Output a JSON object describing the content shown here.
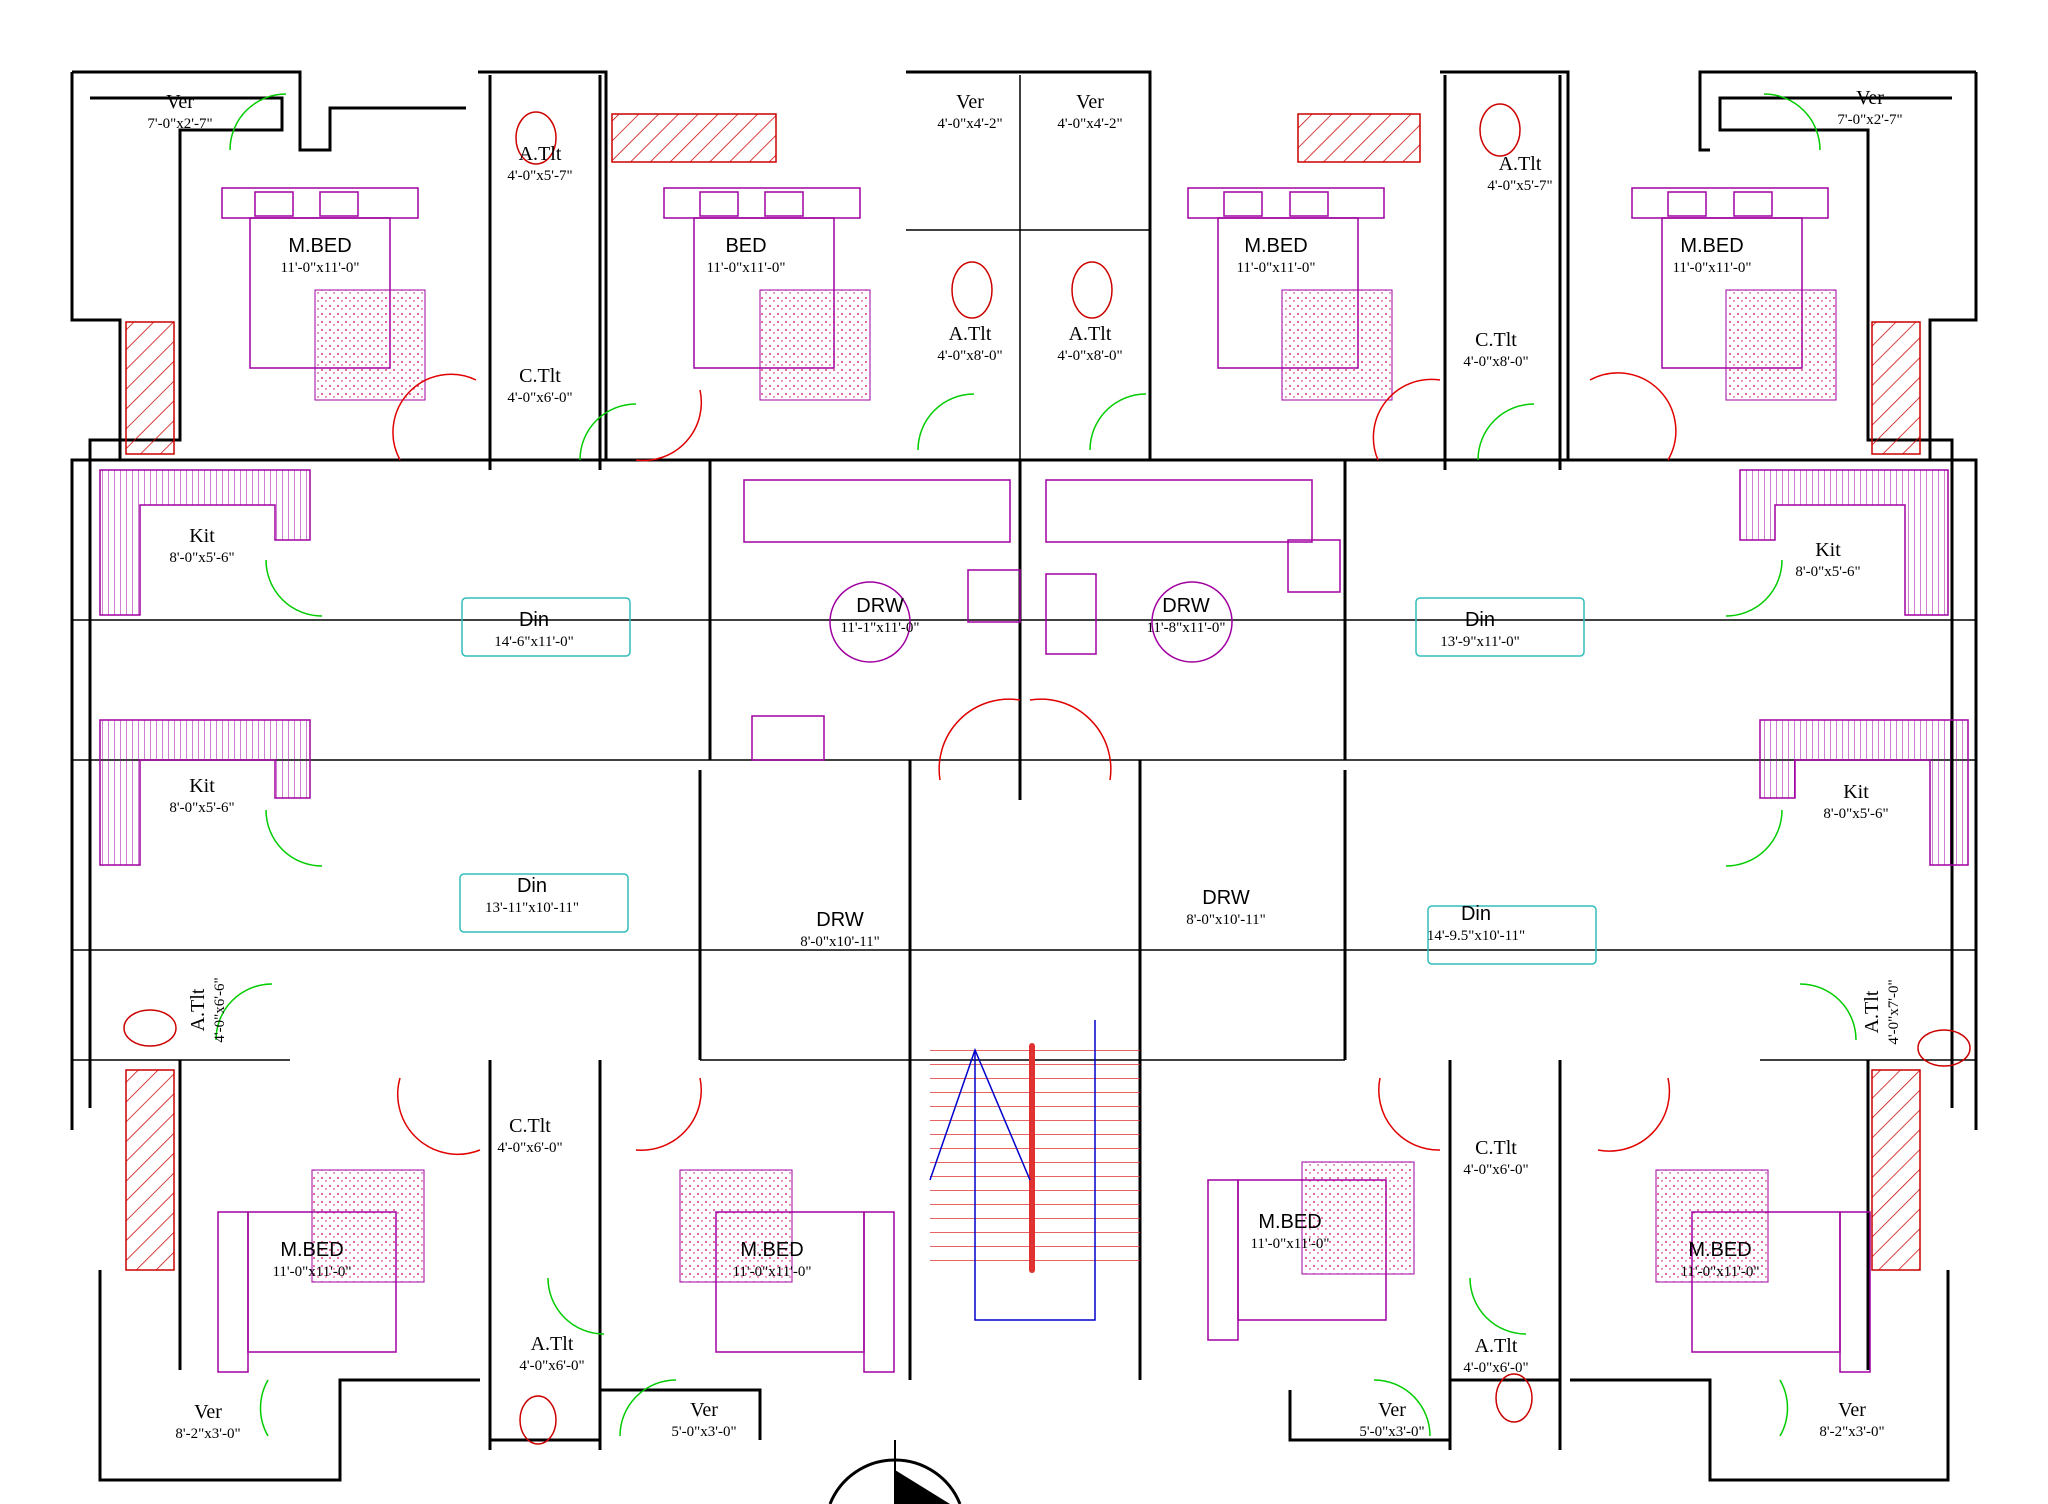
{
  "rooms": [
    {
      "id": "ver-tl",
      "name": "Ver",
      "dim": "7'-0\"x2'-7\""
    },
    {
      "id": "atlt-1",
      "name": "A.Tlt",
      "dim": "4'-0\"x5'-7\""
    },
    {
      "id": "ver-c1",
      "name": "Ver",
      "dim": "4'-0\"x4'-2\""
    },
    {
      "id": "ver-c2",
      "name": "Ver",
      "dim": "4'-0\"x4'-2\""
    },
    {
      "id": "atlt-2",
      "name": "A.Tlt",
      "dim": "4'-0\"x5'-7\""
    },
    {
      "id": "ver-tr",
      "name": "Ver",
      "dim": "7'-0\"x2'-7\""
    },
    {
      "id": "mbed-1",
      "name": "M.BED",
      "dim": "11'-0\"x11'-0\""
    },
    {
      "id": "bed-1",
      "name": "BED",
      "dim": "11'-0\"x11'-0\""
    },
    {
      "id": "atlt-3",
      "name": "A.Tlt",
      "dim": "4'-0\"x8'-0\""
    },
    {
      "id": "atlt-4",
      "name": "A.Tlt",
      "dim": "4'-0\"x8'-0\""
    },
    {
      "id": "mbed-2",
      "name": "M.BED",
      "dim": "11'-0\"x11'-0\""
    },
    {
      "id": "mbed-3",
      "name": "M.BED",
      "dim": "11'-0\"x11'-0\""
    },
    {
      "id": "ctlt-1",
      "name": "C.Tlt",
      "dim": "4'-0\"x6'-0\""
    },
    {
      "id": "ctlt-2",
      "name": "C.Tlt",
      "dim": "4'-0\"x8'-0\""
    },
    {
      "id": "kit-1",
      "name": "Kit",
      "dim": "8'-0\"x5'-6\""
    },
    {
      "id": "kit-2",
      "name": "Kit",
      "dim": "8'-0\"x5'-6\""
    },
    {
      "id": "din-1",
      "name": "Din",
      "dim": "14'-6\"x11'-0\""
    },
    {
      "id": "drw-1",
      "name": "DRW",
      "dim": "11'-1\"x11'-0\""
    },
    {
      "id": "drw-2",
      "name": "DRW",
      "dim": "11'-8\"x11'-0\""
    },
    {
      "id": "din-2",
      "name": "Din",
      "dim": "13'-9\"x11'-0\""
    },
    {
      "id": "kit-3",
      "name": "Kit",
      "dim": "8'-0\"x5'-6\""
    },
    {
      "id": "kit-4",
      "name": "Kit",
      "dim": "8'-0\"x5'-6\""
    },
    {
      "id": "din-3",
      "name": "Din",
      "dim": "13'-11\"x10'-11\""
    },
    {
      "id": "drw-3",
      "name": "DRW",
      "dim": "8'-0\"x10'-11\""
    },
    {
      "id": "drw-4",
      "name": "DRW",
      "dim": "8'-0\"x10'-11\""
    },
    {
      "id": "din-4",
      "name": "Din",
      "dim": "14'-9.5\"x10'-11\""
    },
    {
      "id": "atlt-5",
      "name": "A.Tlt",
      "dim": "4'-0\"x6'-6\""
    },
    {
      "id": "atlt-6",
      "name": "A.Tlt",
      "dim": "4'-0\"x7'-0\""
    },
    {
      "id": "ctlt-3",
      "name": "C.Tlt",
      "dim": "4'-0\"x6'-0\""
    },
    {
      "id": "ctlt-4",
      "name": "C.Tlt",
      "dim": "4'-0\"x6'-0\""
    },
    {
      "id": "mbed-4",
      "name": "M.BED",
      "dim": "11'-0\"x11'-0\""
    },
    {
      "id": "mbed-5",
      "name": "M.BED",
      "dim": "11'-0\"x11'-0\""
    },
    {
      "id": "mbed-6",
      "name": "M.BED",
      "dim": "11'-0\"x11'-0\""
    },
    {
      "id": "mbed-7",
      "name": "M.BED",
      "dim": "11'-0\"x11'-0\""
    },
    {
      "id": "atlt-7",
      "name": "A.Tlt",
      "dim": "4'-0\"x6'-0\""
    },
    {
      "id": "atlt-8",
      "name": "A.Tlt",
      "dim": "4'-0\"x6'-0\""
    },
    {
      "id": "ver-bl",
      "name": "Ver",
      "dim": "8'-2\"x3'-0\""
    },
    {
      "id": "ver-b2",
      "name": "Ver",
      "dim": "5'-0\"x3'-0\""
    },
    {
      "id": "ver-b3",
      "name": "Ver",
      "dim": "5'-0\"x3'-0\""
    },
    {
      "id": "ver-br",
      "name": "Ver",
      "dim": "8'-2\"x3'-0\""
    }
  ],
  "colors": {
    "wall": "#000000",
    "door_swing": "#00cc00",
    "door_red": "#e00000",
    "furniture": "#a000a0",
    "dining": "#33bbbb",
    "stair": "#ff6600",
    "stair_arrow": "#0000cc",
    "window": "#9acd32"
  }
}
